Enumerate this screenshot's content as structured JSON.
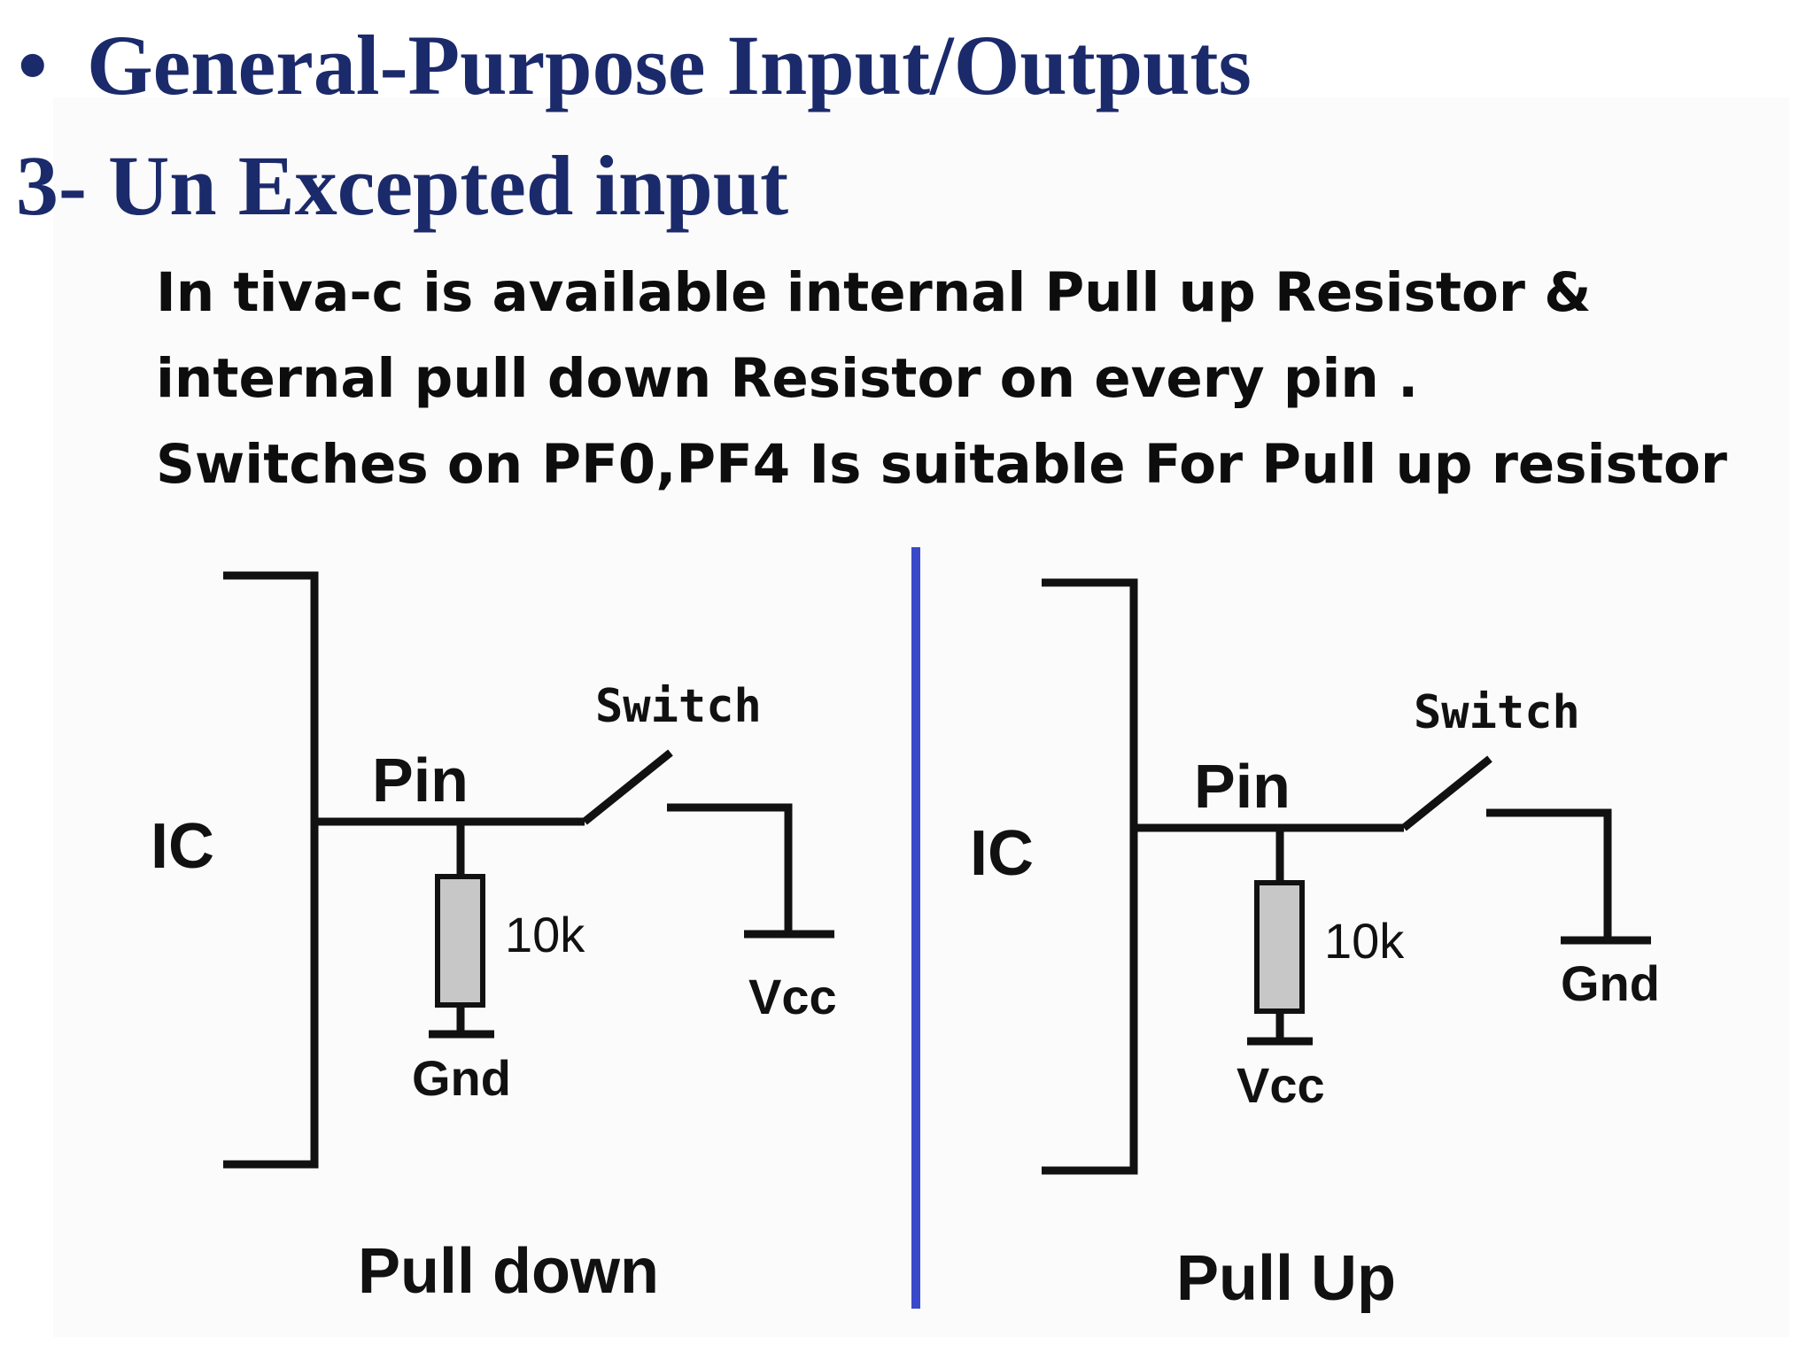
{
  "colors": {
    "title": "#1b2a6b",
    "divider": "#3a49c9",
    "wire": "#111111",
    "resistor_fill": "#c7c7c7"
  },
  "slide": {
    "bullet": "•",
    "heading": "General-Purpose Input/Outputs",
    "subheading": "3- Un Excepted input",
    "body_lines": [
      "In tiva-c is available internal Pull up Resistor &",
      "internal pull down Resistor on every pin .",
      "Switches on PF0,PF4 Is suitable For Pull up resistor"
    ]
  },
  "diagrams": {
    "pull_down": {
      "ic_label": "IC",
      "pin_label": "Pin",
      "switch_label": "Switch",
      "resistor_value": "10k",
      "resistor_terminal": "Gnd",
      "switch_terminal": "Vcc",
      "caption": "Pull down"
    },
    "pull_up": {
      "ic_label": "IC",
      "pin_label": "Pin",
      "switch_label": "Switch",
      "resistor_value": "10k",
      "resistor_terminal": "Vcc",
      "switch_terminal": "Gnd",
      "caption": "Pull Up"
    }
  }
}
